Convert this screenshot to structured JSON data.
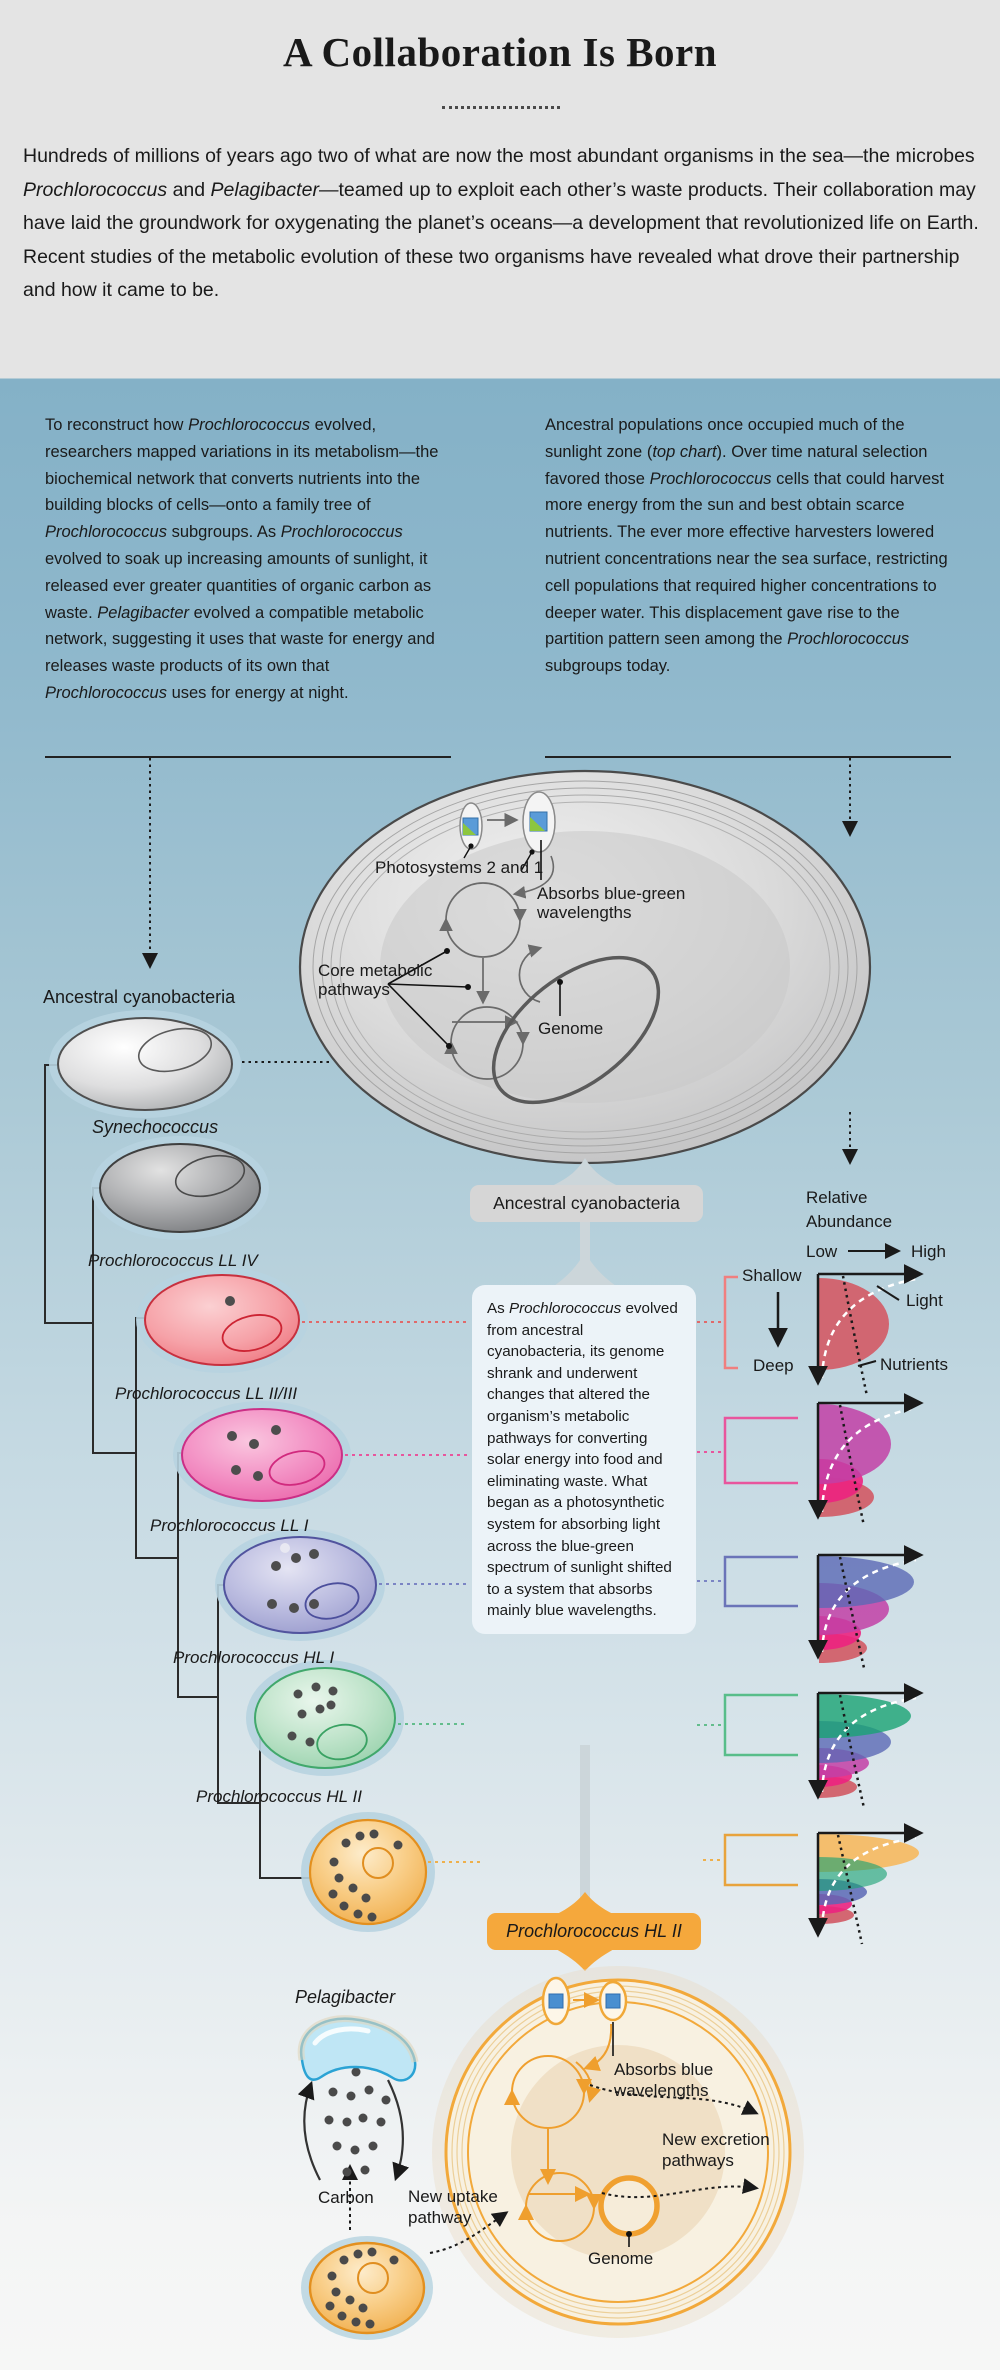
{
  "header": {
    "title": "A Collaboration Is Born",
    "intro": [
      {
        "t": "Hundreds of millions of years ago two of what are now the most abundant organisms in the sea—the microbes "
      },
      {
        "t": "Prochlorococcus",
        "i": true
      },
      {
        "t": " and "
      },
      {
        "t": "Pelagibacter",
        "i": true
      },
      {
        "t": "—teamed up to exploit each other’s waste products. Their collaboration may have laid the groundwork for oxygenating the planet’s oceans—a development that revolutionized life on Earth. Recent studies of the metabolic evolution of these two organisms have revealed what drove their partnership and how it came to be."
      }
    ]
  },
  "columns": {
    "left": [
      {
        "t": "To reconstruct how "
      },
      {
        "t": "Prochlorococcus",
        "i": true
      },
      {
        "t": " evolved, researchers mapped variations in its metabolism—the biochemical network that converts nutrients into the building blocks of cells—onto a family tree of "
      },
      {
        "t": "Prochlorococcus",
        "i": true
      },
      {
        "t": " subgroups. As "
      },
      {
        "t": "Prochlorococcus",
        "i": true
      },
      {
        "t": " evolved to soak up increasing amounts of sunlight, it released ever greater quantities of organic carbon as waste. "
      },
      {
        "t": "Pelagibacter",
        "i": true
      },
      {
        "t": " evolved a compatible metabolic network, suggesting it uses that waste for energy and releases waste products of its own that "
      },
      {
        "t": "Prochlorococcus",
        "i": true
      },
      {
        "t": " uses for energy at night."
      }
    ],
    "right": [
      {
        "t": "Ancestral populations once occupied much of the sunlight zone ("
      },
      {
        "t": "top chart",
        "i": true
      },
      {
        "t": "). Over time natural selection favored those "
      },
      {
        "t": "Prochlorococcus",
        "i": true
      },
      {
        "t": " cells that could harvest more energy from the sun and best obtain scarce nutrients. The ever more effective harvesters lowered nutrient concentrations near the sea surface, restricting cell populations that required higher concentrations to deeper water. This displacement gave rise to the partition pattern seen among the "
      },
      {
        "t": "Prochlorococcus",
        "i": true
      },
      {
        "t": " subgroups today."
      }
    ]
  },
  "big_cell": {
    "photosystems_label": "Photosystems 2 and 1",
    "absorbs_label": "Absorbs blue-green\nwavelengths",
    "core_label": "Core metabolic\npathways",
    "genome_label": "Genome"
  },
  "tree": {
    "taxa": [
      {
        "label": "Ancestral cyanobacteria",
        "italic": false,
        "color": "#c9c9c9"
      },
      {
        "label": "Synechococcus",
        "italic": true,
        "color": "#8a8c8e"
      },
      {
        "label": "Prochlorococcus LL IV",
        "italic": true,
        "color": "#ee7079"
      },
      {
        "label": "Prochlorococcus LL II/III",
        "italic": true,
        "color": "#e855a3"
      },
      {
        "label": "Prochlorococcus LL I",
        "italic": true,
        "color": "#767ec0"
      },
      {
        "label": "Prochlorococcus HL I",
        "italic": true,
        "color": "#4fb27d"
      },
      {
        "label": "Prochlorococcus HL II",
        "italic": true,
        "color": "#f2a93b"
      }
    ]
  },
  "center": {
    "badge_top": "Ancestral cyanobacteria",
    "box": [
      {
        "t": "As "
      },
      {
        "t": "Prochlorococcus",
        "i": true
      },
      {
        "t": " evolved from ancestral cyanobacteria, its genome shrank and underwent changes that altered the organism’s metabolic pathways for converting solar energy into food and eliminating waste. What began as a photosynthetic system for absorbing light across the blue-green spectrum of sunlight shifted to a system that absorbs mainly blue wavelengths."
      }
    ],
    "badge_bottom": "Prochlorococcus HL II"
  },
  "abundance": {
    "title": "Relative\nAbundance",
    "low_label": "Low",
    "high_label": "High",
    "shallow_label": "Shallow",
    "deep_label": "Deep",
    "light_label": "Light",
    "nutrients_label": "Nutrients",
    "axes": {
      "x": "Relative abundance (low to high)",
      "y": "Depth (shallow to deep)"
    },
    "charts": [
      {
        "stage": "Prochlorococcus LL IV",
        "bracket_color": "#f07f7f",
        "series_top_to_bottom": [
          "Ancestral/LL IV population (salmon) spanning the sunlit zone"
        ]
      },
      {
        "stage": "Prochlorococcus LL II/III",
        "bracket_color": "#e8559d",
        "series_top_to_bottom": [
          "LL II/III (magenta) near surface",
          "LL IV (salmon) displaced deeper"
        ]
      },
      {
        "stage": "Prochlorococcus LL I",
        "bracket_color": "#6b74b8",
        "series_top_to_bottom": [
          "LL I (blue) near surface",
          "LL II/III (magenta)",
          "LL IV (salmon) deepest"
        ]
      },
      {
        "stage": "Prochlorococcus HL I",
        "bracket_color": "#58bd8a",
        "series_top_to_bottom": [
          "HL I (green) near surface",
          "LL I (blue)",
          "LL II/III (magenta)",
          "LL IV (salmon) deepest"
        ]
      },
      {
        "stage": "Prochlorococcus HL II",
        "bracket_color": "#e8a33c",
        "series_top_to_bottom": [
          "HL II (orange) near surface",
          "HL I (green)",
          "LL I (blue)",
          "LL II/III (pink)",
          "LL IV (salmon) deepest"
        ]
      }
    ],
    "curves": [
      "Light (white dashed) increases toward surface",
      "Nutrients (black dotted) increase with depth"
    ]
  },
  "bottom": {
    "pelagibacter_label": "Pelagibacter",
    "carbon_label": "Carbon",
    "absorbs_blue_label": "Absorbs blue\nwavelengths",
    "new_excretion_label": "New excretion\npathways",
    "new_uptake_label": "New uptake\npathway",
    "genome_label": "Genome"
  },
  "palette": {
    "header_bg": "#e4e4e4",
    "sea_top": "#84b1c7",
    "sea_bottom": "#f6f7f6",
    "badge_gray": "#d6d6d6",
    "badge_orange": "#f5a83c",
    "ll_iv_salmon": "#d2606a",
    "ll_ii_iii_magenta": "#c23fa6",
    "ll_ii_iii_pink": "#ec2280",
    "ll_i_blue": "#5b69b5",
    "hl_i_green": "#19a273",
    "hl_ii_orange": "#f4bc66",
    "pelagibacter_blue": "#bfe6f5"
  }
}
